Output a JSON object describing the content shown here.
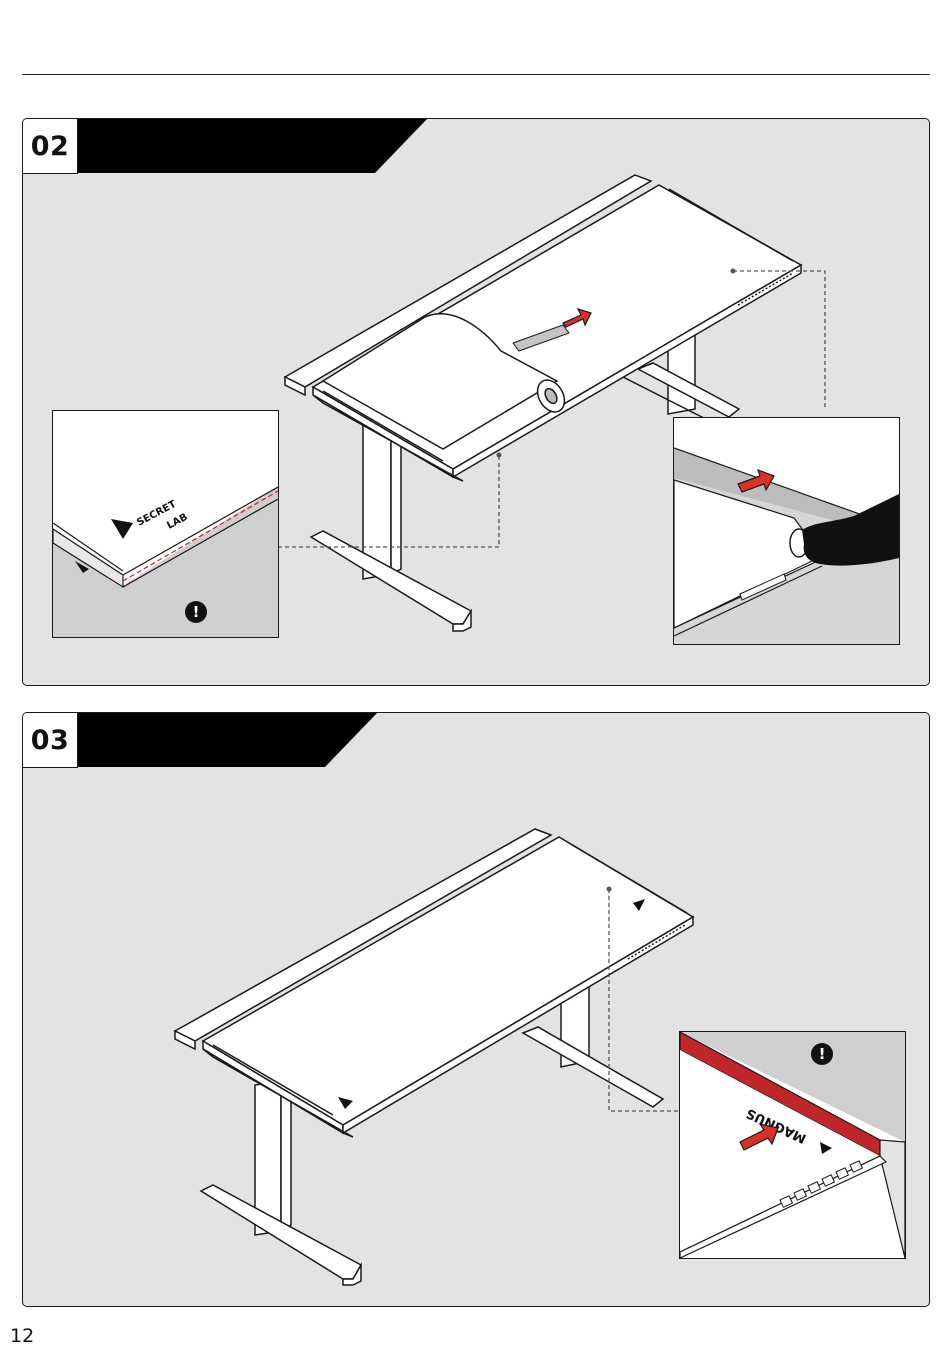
{
  "steps": [
    {
      "number": "02"
    },
    {
      "number": "03"
    }
  ],
  "icons": {
    "warning": "!",
    "warning_name": "exclamation-warning-icon"
  },
  "branding": {
    "mat_logo_line1": "SECRET",
    "mat_logo_line2": "LAB",
    "desk_logo": "MAGNUS"
  },
  "colors": {
    "panel_background": "#e3e3e3",
    "arrow_red": "#d9302a",
    "edge_red": "#c0262a",
    "outline": "#1a1a1a"
  },
  "page_number": "12"
}
